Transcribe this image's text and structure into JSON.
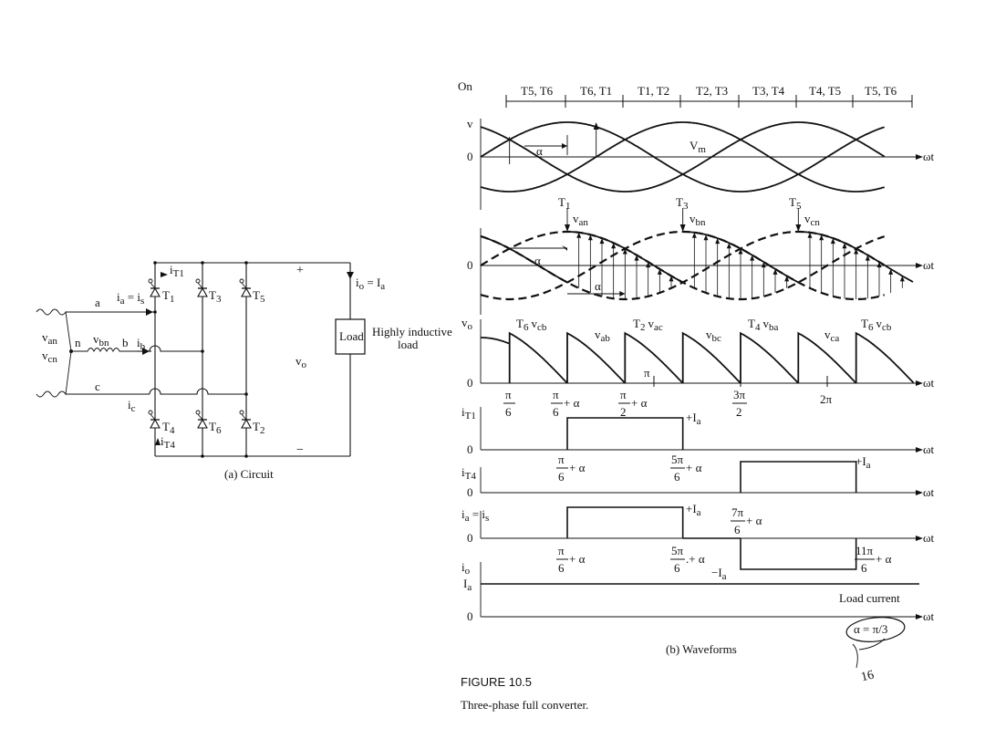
{
  "circuit": {
    "caption": "(a) Circuit",
    "phase_a": "a",
    "phase_b": "b",
    "phase_c": "c",
    "neutral": "n",
    "v_an": "v",
    "v_an_sub": "an",
    "v_cn": "v",
    "v_cn_sub": "cn",
    "v_bn": "v",
    "v_bn_sub": "bn",
    "ia_is": "i",
    "ia_is_sub": "a",
    "ia_is_eq": " = i",
    "ia_is_sub2": "s",
    "ib": "i",
    "ib_sub": "b",
    "ic": "i",
    "ic_sub": "c",
    "iT1": "i",
    "iT1_sub": "T1",
    "iT4": "i",
    "iT4_sub": "T4",
    "io": "i",
    "io_sub": "o",
    "io_eq": " = I",
    "io_sub2": "a",
    "vo": "v",
    "vo_sub": "o",
    "plus": "+",
    "minus": "−",
    "load": "Load",
    "load_desc_1": "Highly inductive",
    "load_desc_2": "load",
    "thyristors": [
      {
        "label": "T",
        "sub": "1"
      },
      {
        "label": "T",
        "sub": "3"
      },
      {
        "label": "T",
        "sub": "5"
      },
      {
        "label": "T",
        "sub": "4"
      },
      {
        "label": "T",
        "sub": "6"
      },
      {
        "label": "T",
        "sub": "2"
      }
    ]
  },
  "waveforms": {
    "caption": "(b) Waveforms",
    "on_label": "On",
    "conduction": [
      "T5, T6",
      "T6, T1",
      "T1, T2",
      "T2, T3",
      "T3, T4",
      "T4, T5",
      "T5, T6"
    ],
    "omega_t": "ωt",
    "zero": "0",
    "v_label": "v",
    "vm": "V",
    "vm_sub": "m",
    "alpha": "α",
    "top_T1": "T",
    "top_T1_sub": "1",
    "top_T3": "T",
    "top_T3_sub": "3",
    "top_T5": "T",
    "top_T5_sub": "5",
    "van": "v",
    "van_sub": "an",
    "vbn": "v",
    "vbn_sub": "bn",
    "vcn": "v",
    "vcn_sub": "cn",
    "vo": "v",
    "vo_sub": "o",
    "vo_labels": [
      {
        "t": "T",
        "tsub": "6",
        "v": "v",
        "vsub": "cb"
      },
      {
        "v": "v",
        "vsub": "ab"
      },
      {
        "t": "T",
        "tsub": "2",
        "v": "v",
        "vsub": "ac"
      },
      {
        "v": "v",
        "vsub": "bc"
      },
      {
        "t": "T",
        "tsub": "4",
        "v": "v",
        "vsub": "ba"
      },
      {
        "v": "v",
        "vsub": "ca"
      },
      {
        "t": "T",
        "tsub": "6",
        "v": "v",
        "vsub": "cb"
      }
    ],
    "pi": "π",
    "two_pi": "2π",
    "frac_pi_6": {
      "num": "π",
      "den": "6"
    },
    "frac_pi_6_alpha": {
      "num": "π",
      "den": "6",
      "suffix": " + α"
    },
    "frac_pi_2_alpha": {
      "num": "π",
      "den": "2",
      "suffix": " + α"
    },
    "frac_3pi_2": {
      "num": "3π",
      "den": "2"
    },
    "frac_5pi_6_alpha": {
      "num": "5π",
      "den": "6",
      "suffix": " + α"
    },
    "frac_5pi_6_alpha2": {
      "num": "5π",
      "den": "6",
      "suffix": ".+ α"
    },
    "frac_7pi_6_alpha": {
      "num": "7π",
      "den": "6",
      "suffix": " + α"
    },
    "frac_11pi_6_alpha": {
      "num": "11π",
      "den": "6",
      "suffix": " + α"
    },
    "iT1": "i",
    "iT1_sub": "T1",
    "iT4": "i",
    "iT4_sub": "T4",
    "ia": "i",
    "ia_sub": "a",
    "ia_eq": " = i",
    "ia_sub2": "s",
    "io": "i",
    "io_sub": "o",
    "Ia": "I",
    "Ia_sub": "a",
    "plus_Ia": "+I",
    "plus_Ia_sub": "a",
    "minus_Ia": "−I",
    "minus_Ia_sub": "a",
    "load_current": "Load current",
    "alpha_note": "α = π/3",
    "hand_note": "16"
  },
  "figure": {
    "number": "FIGURE 10.5",
    "title": "Three-phase full converter."
  }
}
